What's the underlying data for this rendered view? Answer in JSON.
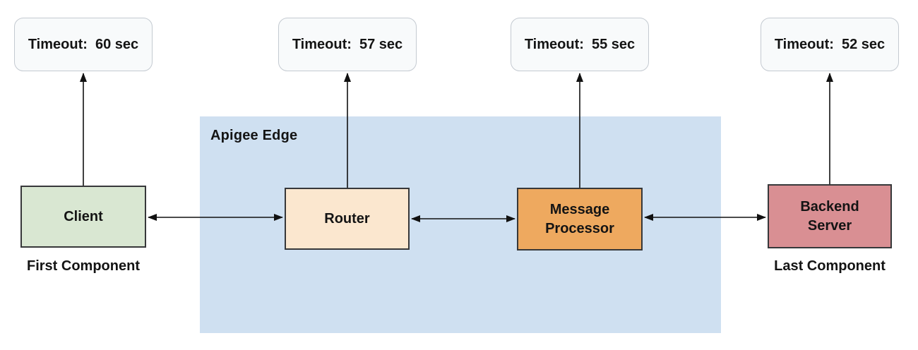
{
  "diagram": {
    "region": {
      "label": "Apigee Edge",
      "bg": "#cfe0f1"
    },
    "timeout_style": {
      "bg": "#f8fafb",
      "border": "#c4cad1"
    },
    "components": [
      {
        "id": "client",
        "label": "Client",
        "caption": "First Component",
        "timeout": "Timeout:  60 sec",
        "bg": "#d9e7d2"
      },
      {
        "id": "router",
        "label": "Router",
        "caption": "",
        "timeout": "Timeout:  57 sec",
        "bg": "#fbe7cf"
      },
      {
        "id": "message-processor",
        "label": "Message Processor",
        "caption": "",
        "timeout": "Timeout:  55 sec",
        "bg": "#eea95f"
      },
      {
        "id": "backend-server",
        "label": "Backend Server",
        "caption": "Last Component",
        "timeout": "Timeout:  52 sec",
        "bg": "#d98f93"
      }
    ],
    "arrow_color": "#111111"
  }
}
